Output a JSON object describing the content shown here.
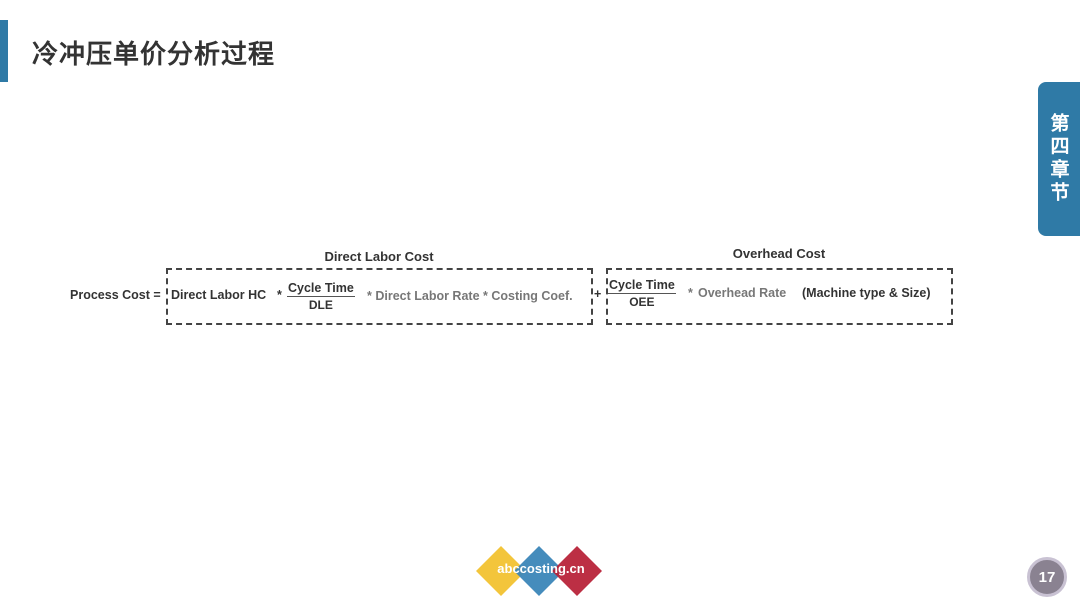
{
  "slide": {
    "title": "冷冲压单价分析过程",
    "chapter_tab": "第四章节",
    "page_number": "17"
  },
  "formula": {
    "lhs": "Process Cost =",
    "direct_labor_label": "Direct Labor Cost",
    "overhead_label": "Overhead Cost",
    "labor_hc": "Direct Labor HC",
    "mult1": "*",
    "labor_frac_num": "Cycle Time",
    "labor_frac_den": "DLE",
    "labor_rest": "* Direct Labor Rate * Costing Coef.",
    "plus": "+",
    "overhead_frac_num": "Cycle Time",
    "overhead_frac_den": "OEE",
    "overhead_star": "*",
    "overhead_rate": "Overhead Rate",
    "overhead_paren": "(Machine type & Size)"
  },
  "logo": {
    "text": "abccosting.cn",
    "colors": [
      "#f2c230",
      "#3b86b8",
      "#b8243a"
    ]
  },
  "colors": {
    "accent": "#2f7aa6"
  }
}
